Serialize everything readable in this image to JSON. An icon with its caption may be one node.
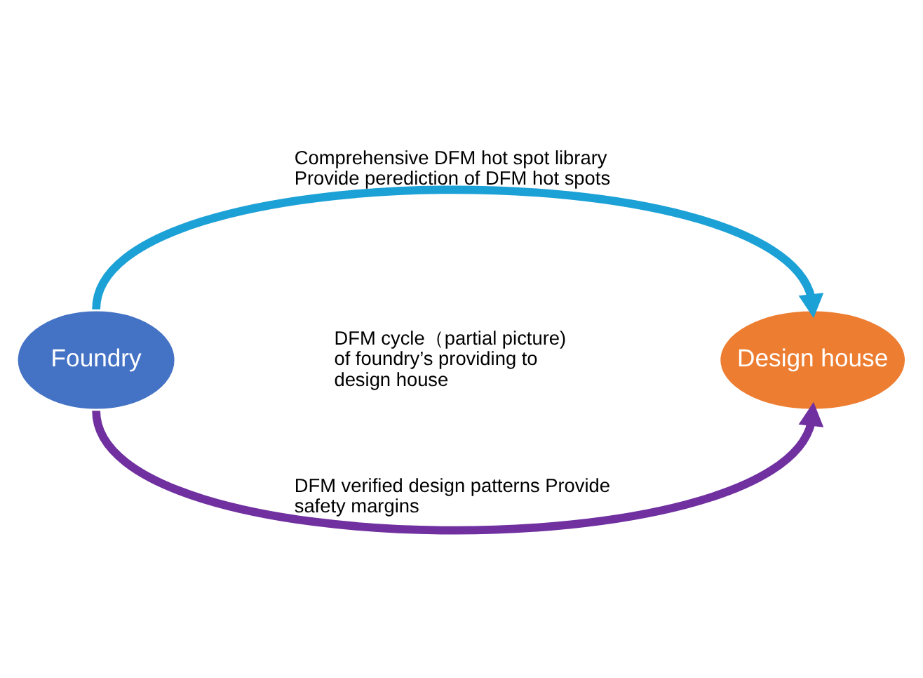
{
  "diagram": {
    "nodes": [
      {
        "text": [
          "Foundry"
        ]
      },
      {
        "text": [
          "Design house"
        ]
      }
    ],
    "edges": [
      {
        "from": 0,
        "to": 1,
        "arrow": "to",
        "label": "Comprehensive DFM hot spot library Provide perediction of DFM hot spots",
        "color": "#1ba1d6"
      },
      {
        "from": 0,
        "to": 1,
        "arrow": "to",
        "label": "DFM verified design patterns Provide safety margins",
        "color": "#7030a0"
      }
    ],
    "labels": [
      "DFM cycle（partial picture) of foundry’s providing to design house"
    ]
  }
}
